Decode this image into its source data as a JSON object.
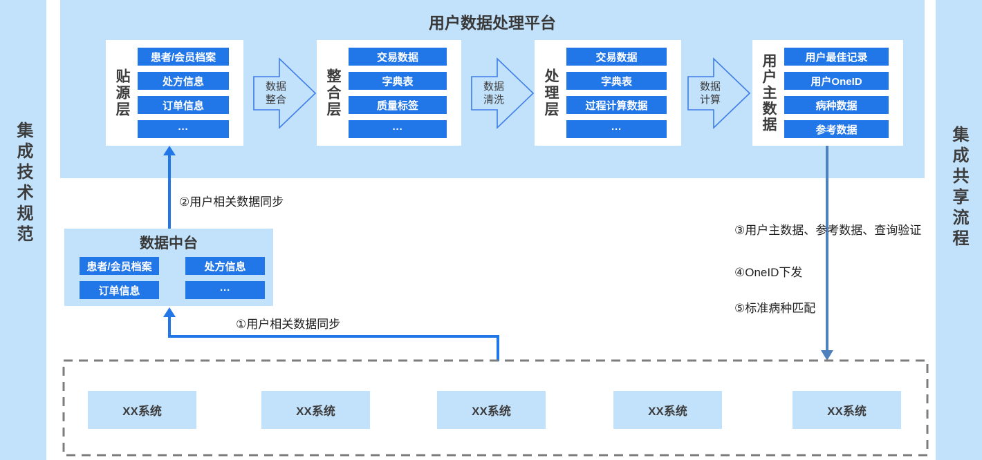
{
  "sidebars": {
    "left_label": "集成技术规范",
    "right_label": "集成共享流程"
  },
  "platform": {
    "title": "用户数据处理平台",
    "layers": [
      {
        "label": "贴源层",
        "items": [
          "患者/会员档案",
          "处方信息",
          "订单信息",
          "···"
        ]
      },
      {
        "label": "整合层",
        "items": [
          "交易数据",
          "字典表",
          "质量标签",
          "···"
        ]
      },
      {
        "label": "处理层",
        "items": [
          "交易数据",
          "字典表",
          "过程计算数据",
          "···"
        ]
      },
      {
        "label": "用户主数据",
        "items": [
          "用户最佳记录",
          "用户OneID",
          "病种数据",
          "参考数据"
        ]
      }
    ],
    "process_arrows": [
      {
        "line1": "数据",
        "line2": "整合"
      },
      {
        "line1": "数据",
        "line2": "清洗"
      },
      {
        "line1": "数据",
        "line2": "计算"
      }
    ]
  },
  "data_hub": {
    "title": "数据中台",
    "items": [
      "患者/会员档案",
      "处方信息",
      "订单信息",
      "···"
    ]
  },
  "flow_steps": {
    "step1": "①用户相关数据同步",
    "step2": "②用户相关数据同步",
    "step3": "③用户主数据、参考数据、查询验证",
    "step4": "④OneID下发",
    "step5": "⑤标准病种匹配"
  },
  "systems": [
    "XX系统",
    "XX系统",
    "XX系统",
    "XX系统",
    "XX系统"
  ],
  "colors": {
    "panel_light_blue": "#c2e1fb",
    "item_blue": "#2176e8",
    "flow_line_blue": "#2176e8",
    "master_flow_steel_blue": "#4f81bd",
    "dashed_border_gray": "#7d7d7d"
  }
}
